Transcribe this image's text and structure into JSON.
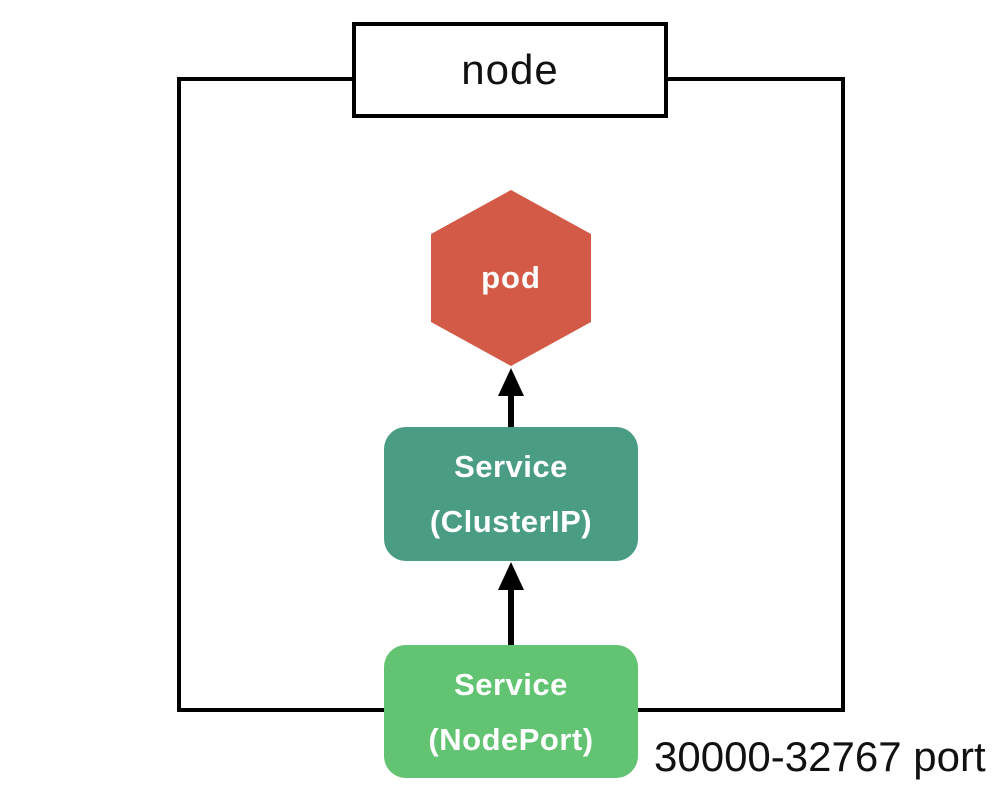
{
  "diagram": {
    "node_label": "node",
    "pod_label": "pod",
    "services": {
      "clusterip": {
        "line1": "Service",
        "line2": "(ClusterIP)"
      },
      "nodeport": {
        "line1": "Service",
        "line2": "(NodePort)"
      }
    },
    "port_annotation": "30000-32767 port",
    "colors": {
      "pod": "#D25A46",
      "clusterip": "#4A9D84",
      "nodeport": "#62C372",
      "outline": "#000000",
      "arrow": "#000000",
      "label_text": "#FFFFFF",
      "background": "#FFFFFF"
    }
  }
}
